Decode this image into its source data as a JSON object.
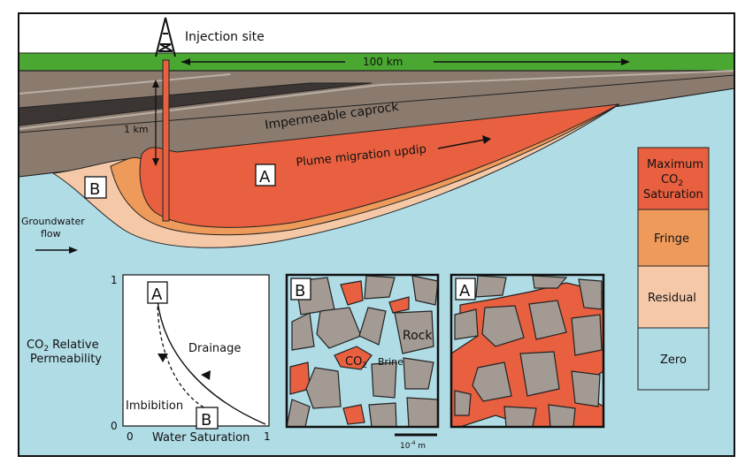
{
  "labels": {
    "injection_site": "Injection site",
    "distance": "100 km",
    "depth": "1 km",
    "caprock": "Impermeable caprock",
    "plume": "Plume migration updip",
    "groundwater": "Groundwater",
    "flow": "flow",
    "box_a": "A",
    "box_b": "B",
    "scale_bar": "10",
    "scale_exp": "-4",
    "scale_unit": " m"
  },
  "legend": {
    "max_line1": "Maximum",
    "max_line2": "CO",
    "max_sub": "2",
    "max_line3": "Saturation",
    "fringe": "Fringe",
    "residual": "Residual",
    "zero": "Zero"
  },
  "graph": {
    "ylabel_line1_a": "CO",
    "ylabel_sub": "2",
    "ylabel_line1_b": " Relative",
    "ylabel_line2": "Permeability",
    "xlabel": "Water Saturation",
    "y_max": "1",
    "y_min": "0",
    "x_min": "0",
    "x_max": "1",
    "drainage": "Drainage",
    "imbibition": "Imbibition",
    "point_a": "A",
    "point_b": "B"
  },
  "pores": {
    "panel_b": "B",
    "panel_a": "A",
    "rock": "Rock",
    "co2": "CO",
    "co2_sub": "2",
    "brine": "Brine"
  },
  "colors": {
    "sky": "#ffffff",
    "ground_green": "#4aa832",
    "rock_layer": "#8b7b6e",
    "dark_layer": "#3b3633",
    "brine": "#b0dce6",
    "max_saturation": "#e8603f",
    "fringe": "#ee9a5a",
    "residual": "#f5c9a8",
    "grain": "#a39a93"
  }
}
